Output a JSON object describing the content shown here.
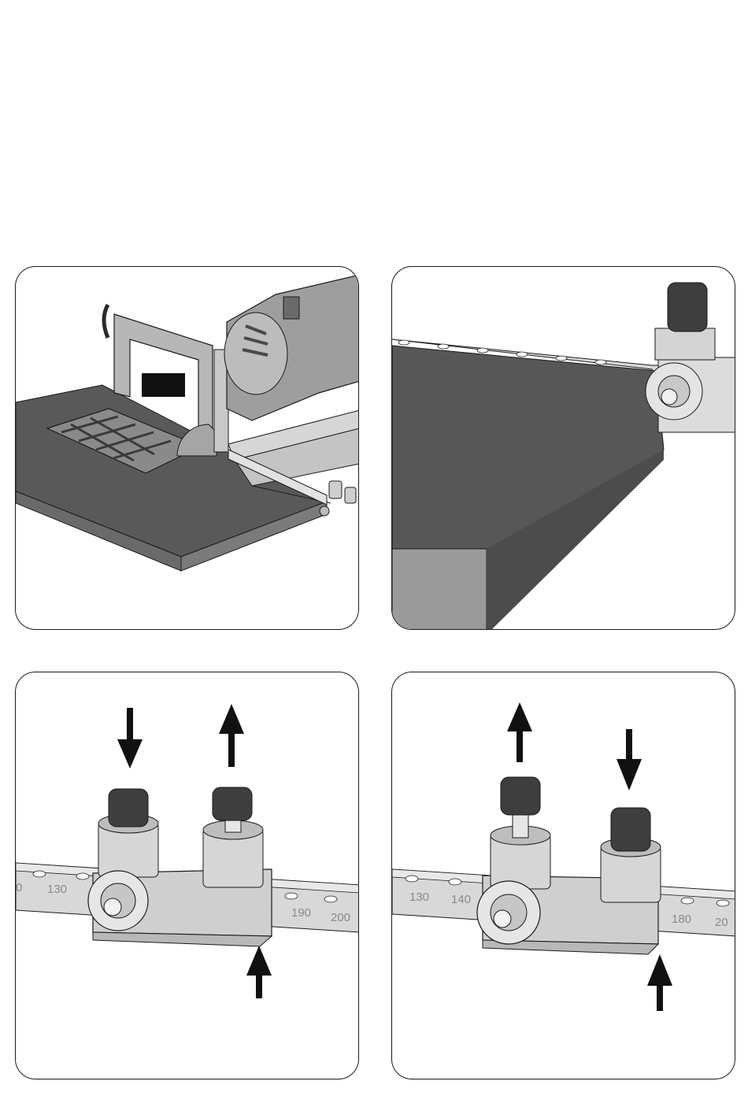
{
  "panels": [
    {
      "id": "p1",
      "scene": "jointer-on-workpiece"
    },
    {
      "id": "p2",
      "scene": "stop-against-workpiece-edge"
    },
    {
      "id": "p3",
      "scene": "stop-adjustment-left-pin-down"
    },
    {
      "id": "p4",
      "scene": "stop-adjustment-right-pin-down"
    }
  ],
  "scale_p3": [
    "0",
    "130",
    "0",
    "190",
    "200"
  ],
  "scale_p4": [
    "130",
    "140",
    "180",
    "20"
  ],
  "colors": {
    "board": "#585858",
    "board_side": "#7a7a7a",
    "metal_light": "#dadada",
    "metal_mid": "#b4b4b4",
    "metal_dark": "#8c8c8c",
    "knob": "#3e3e3e",
    "arrow": "#111111",
    "outline": "#1a1a1a"
  },
  "icons": [
    "arrow-down-icon",
    "arrow-up-icon"
  ]
}
